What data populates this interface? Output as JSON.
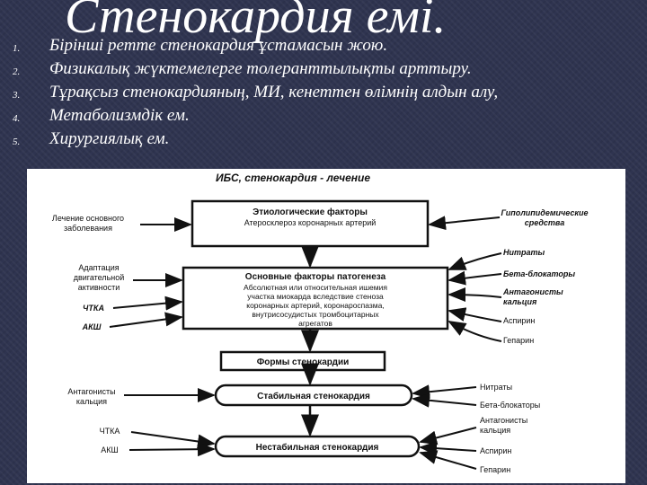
{
  "slide": {
    "title": "Стенокардия емі.",
    "items": [
      {
        "number": "1.",
        "text": "Бірінші ретте стенокардия ұстамасын жою."
      },
      {
        "number": "2.",
        "text": "Физикалық жүктемелерге толеранттылықты арттыру."
      },
      {
        "number": "3.",
        "text": "Тұрақсыз стенокардияның, МИ, кенеттен өлімнің алдын алу,"
      },
      {
        "number": "4.",
        "text": "Метаболизмдік ем."
      },
      {
        "number": "5.",
        "text": "Хирургиялық ем."
      }
    ]
  },
  "diagram": {
    "title": "ИБС, стенокардия - лечение",
    "etiology": {
      "heading": "Этиологические факторы",
      "sub": "Атеросклероз коронарных артерий"
    },
    "pathogenesis": {
      "heading": "Основные факторы патогенеза",
      "lines": [
        "Абсолютная или относительная ишемия",
        "участка миокарда вследствие стеноза",
        "коронарных артерий, коронароспазма,",
        "внутрисосудистых тромбоцитарных",
        "агрегатов"
      ]
    },
    "forms": "Формы стенокардии",
    "stable": "Стабильная стенокардия",
    "unstable": "Нестабильная стенокардия",
    "left": {
      "treat_underlying": [
        "Лечение основного",
        "заболевания"
      ],
      "adaptation": [
        "Адаптация",
        "двигательной",
        "активности"
      ],
      "tltca": "ЧТКА",
      "cabg": "АКШ",
      "ca_antagonists": [
        "Антагонисты",
        "кальция"
      ],
      "tltca2": "ЧТКА",
      "cabg2": "АКШ"
    },
    "right": {
      "hypolipidemic": [
        "Гиполипидемические",
        "средства"
      ],
      "nitrates": "Нитраты",
      "beta_blockers": "Бета-блокаторы",
      "ca_antagonists": [
        "Антагонисты",
        "кальция"
      ],
      "aspirin": "Аспирин",
      "heparin": "Гепарин",
      "nitrites2": "Нитраты",
      "beta_blockers2": "Бета-блокаторы",
      "ca_antagonists2": [
        "Антагонисты",
        "кальция"
      ],
      "aspirin2": "Аспирин",
      "heparin2": "Гепарин"
    }
  }
}
